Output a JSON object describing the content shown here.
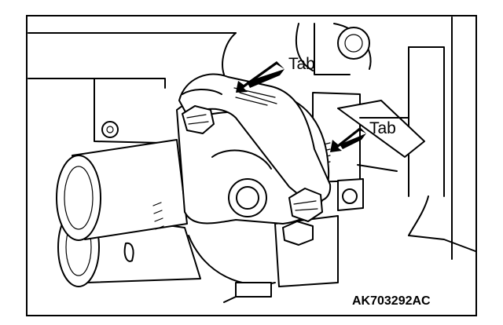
{
  "diagram": {
    "callouts": [
      {
        "id": "tab-upper",
        "text": "Tab"
      },
      {
        "id": "tab-right",
        "text": "Tab"
      }
    ],
    "figure_code": "AK703292AC"
  }
}
